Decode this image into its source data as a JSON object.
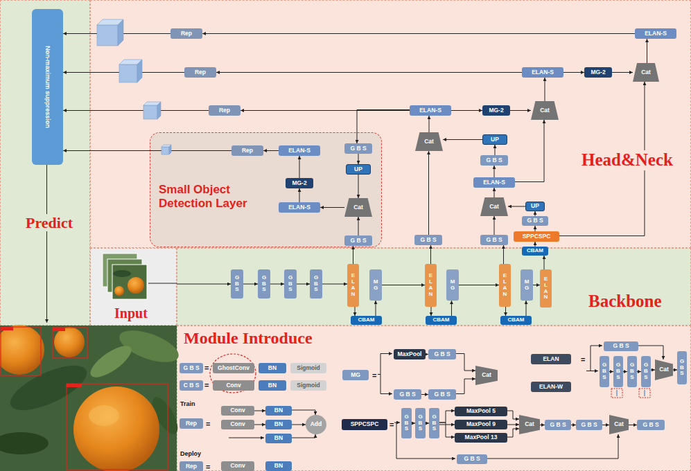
{
  "diagram": {
    "nodes": [
      {
        "text": [
          "Predict"
        ]
      },
      {
        "text": [
          "Non-maximum suppression"
        ],
        "in": 0
      },
      {
        "text": [
          "Head&Neck"
        ]
      },
      {
        "text": [
          "Small Object Detection Layer"
        ],
        "in": 2
      },
      {
        "text": [
          "Rep"
        ],
        "in": 2
      },
      {
        "text": [
          "ELAN-S"
        ],
        "in": 2
      },
      {
        "text": [
          "Rep"
        ],
        "in": 2
      },
      {
        "text": [
          "ELAN-S"
        ],
        "in": 2
      },
      {
        "text": [
          "MG-2"
        ],
        "in": 2
      },
      {
        "text": [
          "Cat"
        ],
        "in": 2
      },
      {
        "text": [
          "Rep"
        ],
        "in": 2
      },
      {
        "text": [
          "ELAN-S"
        ],
        "in": 2
      },
      {
        "text": [
          "MG-2"
        ],
        "in": 2
      },
      {
        "text": [
          "Cat"
        ],
        "in": 2
      },
      {
        "text": [
          "G B S"
        ],
        "in": 3
      },
      {
        "text": [
          "UP"
        ],
        "in": 3
      },
      {
        "text": [
          "Cat"
        ],
        "in": 3
      },
      {
        "text": [
          "ELAN-S"
        ],
        "in": 3
      },
      {
        "text": [
          "MG-2"
        ],
        "in": 3
      },
      {
        "text": [
          "ELAN-S"
        ],
        "in": 3
      },
      {
        "text": [
          "Rep"
        ],
        "in": 3
      },
      {
        "text": [
          "G B S"
        ],
        "in": 3
      },
      {
        "text": [
          "Cat"
        ],
        "in": 2
      },
      {
        "text": [
          "G B S"
        ],
        "in": 2
      },
      {
        "text": [
          "UP"
        ],
        "in": 2
      },
      {
        "text": [
          "G B S"
        ],
        "in": 2
      },
      {
        "text": [
          "ELAN-S"
        ],
        "in": 2
      },
      {
        "text": [
          "Cat"
        ],
        "in": 2
      },
      {
        "text": [
          "G B S"
        ],
        "in": 2
      },
      {
        "text": [
          "UP"
        ],
        "in": 2
      },
      {
        "text": [
          "G B S"
        ],
        "in": 2
      },
      {
        "text": [
          "SPPCSPC"
        ],
        "in": 2
      },
      {
        "text": [
          "Input"
        ]
      },
      {
        "text": [
          "Backbone"
        ]
      },
      {
        "text": [
          "G B S"
        ],
        "in": 33
      },
      {
        "text": [
          "G B S"
        ],
        "in": 33
      },
      {
        "text": [
          "G B S"
        ],
        "in": 33
      },
      {
        "text": [
          "G B S"
        ],
        "in": 33
      },
      {
        "text": [
          "ELAN"
        ],
        "in": 33
      },
      {
        "text": [
          "MG"
        ],
        "in": 33
      },
      {
        "text": [
          "CBAM"
        ],
        "in": 33
      },
      {
        "text": [
          "ELAN"
        ],
        "in": 33
      },
      {
        "text": [
          "MG"
        ],
        "in": 33
      },
      {
        "text": [
          "CBAM"
        ],
        "in": 33
      },
      {
        "text": [
          "ELAN"
        ],
        "in": 33
      },
      {
        "text": [
          "MG"
        ],
        "in": 33
      },
      {
        "text": [
          "CBAM"
        ],
        "in": 33
      },
      {
        "text": [
          "ELAN"
        ],
        "in": 33
      },
      {
        "text": [
          "CBAM"
        ],
        "in": 33
      },
      {
        "text": [
          "Module Introduce"
        ]
      },
      {
        "text": [
          "G B S"
        ],
        "in": 49
      },
      {
        "text": [
          "GhostConv"
        ],
        "in": 49
      },
      {
        "text": [
          "BN"
        ],
        "in": 49
      },
      {
        "text": [
          "Sigmoid"
        ],
        "in": 49
      },
      {
        "text": [
          "C B S"
        ],
        "in": 49
      },
      {
        "text": [
          "Conv"
        ],
        "in": 49
      },
      {
        "text": [
          "BN"
        ],
        "in": 49
      },
      {
        "text": [
          "Sigmoid"
        ],
        "in": 49
      },
      {
        "text": [
          "Rep"
        ],
        "in": 49
      },
      {
        "text": [
          "Conv"
        ],
        "in": 49
      },
      {
        "text": [
          "BN"
        ],
        "in": 49
      },
      {
        "text": [
          "Conv"
        ],
        "in": 49
      },
      {
        "text": [
          "BN"
        ],
        "in": 49
      },
      {
        "text": [
          "BN"
        ],
        "in": 49
      },
      {
        "text": [
          "Add"
        ],
        "in": 49
      },
      {
        "text": [
          "Rep"
        ],
        "in": 49
      },
      {
        "text": [
          "Conv"
        ],
        "in": 49
      },
      {
        "text": [
          "BN"
        ],
        "in": 49
      },
      {
        "text": [
          "MG"
        ],
        "in": 49
      },
      {
        "text": [
          "MaxPool"
        ],
        "in": 49
      },
      {
        "text": [
          "G B S"
        ],
        "in": 49
      },
      {
        "text": [
          "G B S"
        ],
        "in": 49
      },
      {
        "text": [
          "G B S"
        ],
        "in": 49
      },
      {
        "text": [
          "Cat"
        ],
        "in": 49
      },
      {
        "text": [
          "ELAN"
        ],
        "in": 49
      },
      {
        "text": [
          "ELAN-W"
        ],
        "in": 49
      },
      {
        "text": [
          "G B S"
        ],
        "in": 49
      },
      {
        "text": [
          "G B S"
        ],
        "in": 49
      },
      {
        "text": [
          "G B S"
        ],
        "in": 49
      },
      {
        "text": [
          "G B S"
        ],
        "in": 49
      },
      {
        "text": [
          "G B S"
        ],
        "in": 49
      },
      {
        "text": [
          "Cat"
        ],
        "in": 49
      },
      {
        "text": [
          "G B S"
        ],
        "in": 49
      },
      {
        "text": [
          "SPPCSPC"
        ],
        "in": 49
      },
      {
        "text": [
          "G B S"
        ],
        "in": 49
      },
      {
        "text": [
          "G B S"
        ],
        "in": 49
      },
      {
        "text": [
          "G B S"
        ],
        "in": 49
      },
      {
        "text": [
          "MaxPool 5"
        ],
        "in": 49
      },
      {
        "text": [
          "MaxPool 9"
        ],
        "in": 49
      },
      {
        "text": [
          "MaxPool 13"
        ],
        "in": 49
      },
      {
        "text": [
          "Cat"
        ],
        "in": 49
      },
      {
        "text": [
          "G B S"
        ],
        "in": 49
      },
      {
        "text": [
          "G B S"
        ],
        "in": 49
      },
      {
        "text": [
          "Cat"
        ],
        "in": 49
      },
      {
        "text": [
          "G B S"
        ],
        "in": 49
      },
      {
        "text": [
          "G B S"
        ],
        "in": 49
      }
    ],
    "edges": [
      {
        "from": 5,
        "to": 4,
        "arrow": "to"
      },
      {
        "from": 4,
        "to": 1,
        "arrow": "to"
      },
      {
        "from": 9,
        "to": 5,
        "arrow": "to"
      },
      {
        "from": 8,
        "to": 9,
        "arrow": "to"
      },
      {
        "from": 7,
        "to": 8,
        "arrow": "to"
      },
      {
        "from": 7,
        "to": 6,
        "arrow": "to"
      },
      {
        "from": 6,
        "to": 1,
        "arrow": "to"
      },
      {
        "from": 13,
        "to": 7,
        "arrow": "to"
      },
      {
        "from": 12,
        "to": 13,
        "arrow": "to"
      },
      {
        "from": 11,
        "to": 12,
        "arrow": "to"
      },
      {
        "from": 11,
        "to": 10,
        "arrow": "to"
      },
      {
        "from": 10,
        "to": 1,
        "arrow": "to"
      },
      {
        "from": 11,
        "to": 14,
        "arrow": "to"
      },
      {
        "from": 14,
        "to": 15,
        "arrow": "to"
      },
      {
        "from": 15,
        "to": 16,
        "arrow": "to"
      },
      {
        "from": 21,
        "to": 16,
        "arrow": "to"
      },
      {
        "from": 16,
        "to": 17,
        "arrow": "to"
      },
      {
        "from": 17,
        "to": 18,
        "arrow": "to"
      },
      {
        "from": 18,
        "to": 19,
        "arrow": "to"
      },
      {
        "from": 19,
        "to": 20,
        "arrow": "to"
      },
      {
        "from": 20,
        "to": 1,
        "arrow": "to"
      },
      {
        "from": 24,
        "to": 22,
        "arrow": "to"
      },
      {
        "from": 23,
        "to": 22,
        "arrow": "to"
      },
      {
        "from": 22,
        "to": 11,
        "arrow": "to"
      },
      {
        "from": 25,
        "to": 24,
        "arrow": "to"
      },
      {
        "from": 26,
        "to": 25,
        "arrow": "to"
      },
      {
        "from": 27,
        "to": 26,
        "arrow": "to"
      },
      {
        "from": 28,
        "to": 27,
        "arrow": "to"
      },
      {
        "from": 29,
        "to": 27,
        "arrow": "to"
      },
      {
        "from": 30,
        "to": 29,
        "arrow": "to"
      },
      {
        "from": 31,
        "to": 30,
        "arrow": "to"
      },
      {
        "from": 48,
        "to": 31,
        "arrow": "to"
      },
      {
        "from": 31,
        "to": 9,
        "arrow": "to"
      },
      {
        "from": 26,
        "to": 13,
        "arrow": "to"
      },
      {
        "from": 32,
        "to": 34,
        "arrow": "to"
      },
      {
        "from": 34,
        "to": 35,
        "arrow": "to"
      },
      {
        "from": 35,
        "to": 36,
        "arrow": "to"
      },
      {
        "from": 36,
        "to": 37,
        "arrow": "to"
      },
      {
        "from": 37,
        "to": 38,
        "arrow": "to"
      },
      {
        "from": 38,
        "to": 40,
        "arrow": "to"
      },
      {
        "from": 40,
        "to": 39,
        "arrow": "to"
      },
      {
        "from": 39,
        "to": 41,
        "arrow": "to"
      },
      {
        "from": 41,
        "to": 43,
        "arrow": "to"
      },
      {
        "from": 43,
        "to": 42,
        "arrow": "to"
      },
      {
        "from": 42,
        "to": 44,
        "arrow": "to"
      },
      {
        "from": 44,
        "to": 46,
        "arrow": "to"
      },
      {
        "from": 46,
        "to": 45,
        "arrow": "to"
      },
      {
        "from": 45,
        "to": 47,
        "arrow": "to"
      },
      {
        "from": 47,
        "to": 48,
        "arrow": "to"
      },
      {
        "from": 38,
        "to": 21,
        "arrow": "to"
      },
      {
        "from": 41,
        "to": 23,
        "arrow": "to"
      },
      {
        "from": 44,
        "to": 28,
        "arrow": "to"
      },
      {
        "from": 59,
        "to": 60,
        "arrow": "to"
      },
      {
        "from": 61,
        "to": 62,
        "arrow": "to"
      },
      {
        "from": 60,
        "to": 64,
        "arrow": "to"
      },
      {
        "from": 62,
        "to": 64,
        "arrow": "to"
      },
      {
        "from": 63,
        "to": 64,
        "arrow": "to"
      },
      {
        "from": 69,
        "to": 70,
        "arrow": "to"
      },
      {
        "from": 71,
        "to": 72,
        "arrow": "to"
      },
      {
        "from": 70,
        "to": 73,
        "arrow": "to"
      },
      {
        "from": 72,
        "to": 73,
        "arrow": "to"
      },
      {
        "from": 76,
        "to": 81,
        "arrow": "to"
      },
      {
        "from": 77,
        "to": 78,
        "arrow": "to"
      },
      {
        "from": 78,
        "to": 79,
        "arrow": "to"
      },
      {
        "from": 79,
        "to": 80,
        "arrow": "to"
      },
      {
        "from": 80,
        "to": 81,
        "arrow": "to"
      },
      {
        "from": 81,
        "to": 82,
        "arrow": "to"
      },
      {
        "from": 84,
        "to": 85,
        "arrow": "to"
      },
      {
        "from": 85,
        "to": 86,
        "arrow": "to"
      },
      {
        "from": 86,
        "to": 87,
        "arrow": "to"
      },
      {
        "from": 86,
        "to": 88,
        "arrow": "to"
      },
      {
        "from": 86,
        "to": 89,
        "arrow": "to"
      },
      {
        "from": 87,
        "to": 90,
        "arrow": "to"
      },
      {
        "from": 88,
        "to": 90,
        "arrow": "to"
      },
      {
        "from": 89,
        "to": 90,
        "arrow": "to"
      },
      {
        "from": 90,
        "to": 91,
        "arrow": "to"
      },
      {
        "from": 91,
        "to": 92,
        "arrow": "to"
      },
      {
        "from": 92,
        "to": 93,
        "arrow": "to"
      },
      {
        "from": 93,
        "to": 94,
        "arrow": "to"
      },
      {
        "from": 95,
        "to": 93,
        "arrow": "to"
      }
    ],
    "labels": [
      "=",
      "=",
      "Train",
      "=",
      "Deploy",
      "=",
      "=",
      "=",
      "="
    ]
  }
}
